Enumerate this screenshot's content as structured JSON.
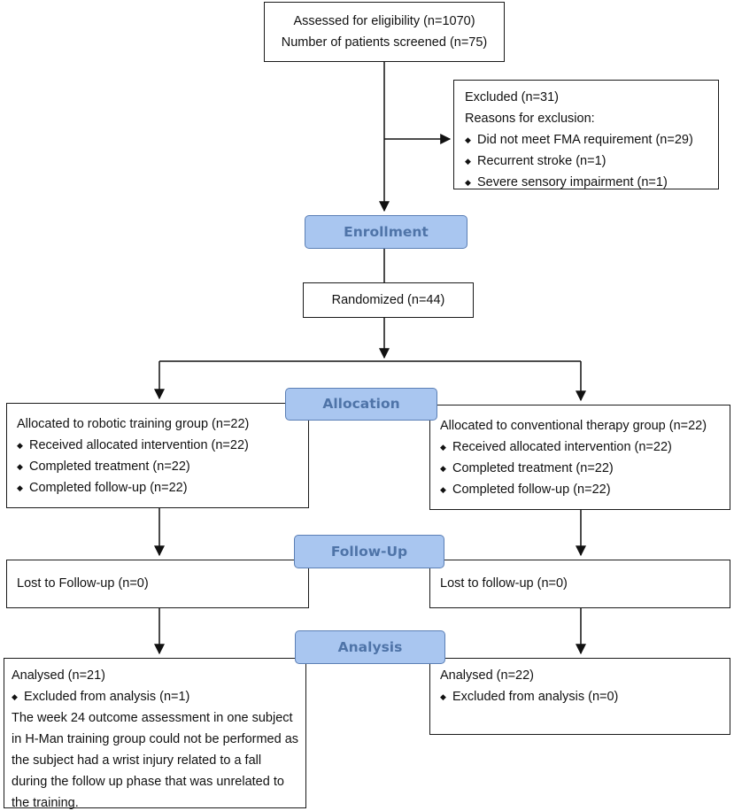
{
  "screening": {
    "line1": "Assessed for eligibility (n=1070)",
    "line2": "Number of patients screened (n=75)"
  },
  "exclusion": {
    "title": "Excluded  (n=31)",
    "subtitle": "Reasons for exclusion:",
    "reasons": [
      "Did not meet FMA requirement (n=29)",
      "Recurrent stroke (n=1)",
      "Severe sensory impairment (n=1)"
    ]
  },
  "stages": {
    "enrollment": "Enrollment",
    "allocation": "Allocation",
    "followup": "Follow-Up",
    "analysis": "Analysis"
  },
  "randomized": "Randomized (n=44)",
  "robotic": {
    "allocated": "Allocated to robotic training group (n=22)",
    "items": [
      "Received allocated intervention (n=22)",
      "Completed treatment (n=22)",
      "Completed follow-up (n=22)"
    ],
    "lost": "Lost to Follow-up (n=0)",
    "analysed": "Analysed  (n=21)",
    "excluded": "Excluded from analysis (n=1)",
    "note": "The week 24 outcome assessment in one subject in H-Man training group could not be performed as the subject had a wrist injury related to a fall during the follow up phase that was unrelated to the training."
  },
  "conventional": {
    "allocated": "Allocated to conventional therapy group (n=22)",
    "items": [
      "Received allocated intervention (n=22)",
      "Completed treatment (n=22)",
      "Completed follow-up (n=22)"
    ],
    "lost": "Lost to follow-up (n=0)",
    "analysed": "Analysed  (n=22)",
    "excluded": "Excluded from analysis (n=0)"
  },
  "bullet_glyph": "◆"
}
